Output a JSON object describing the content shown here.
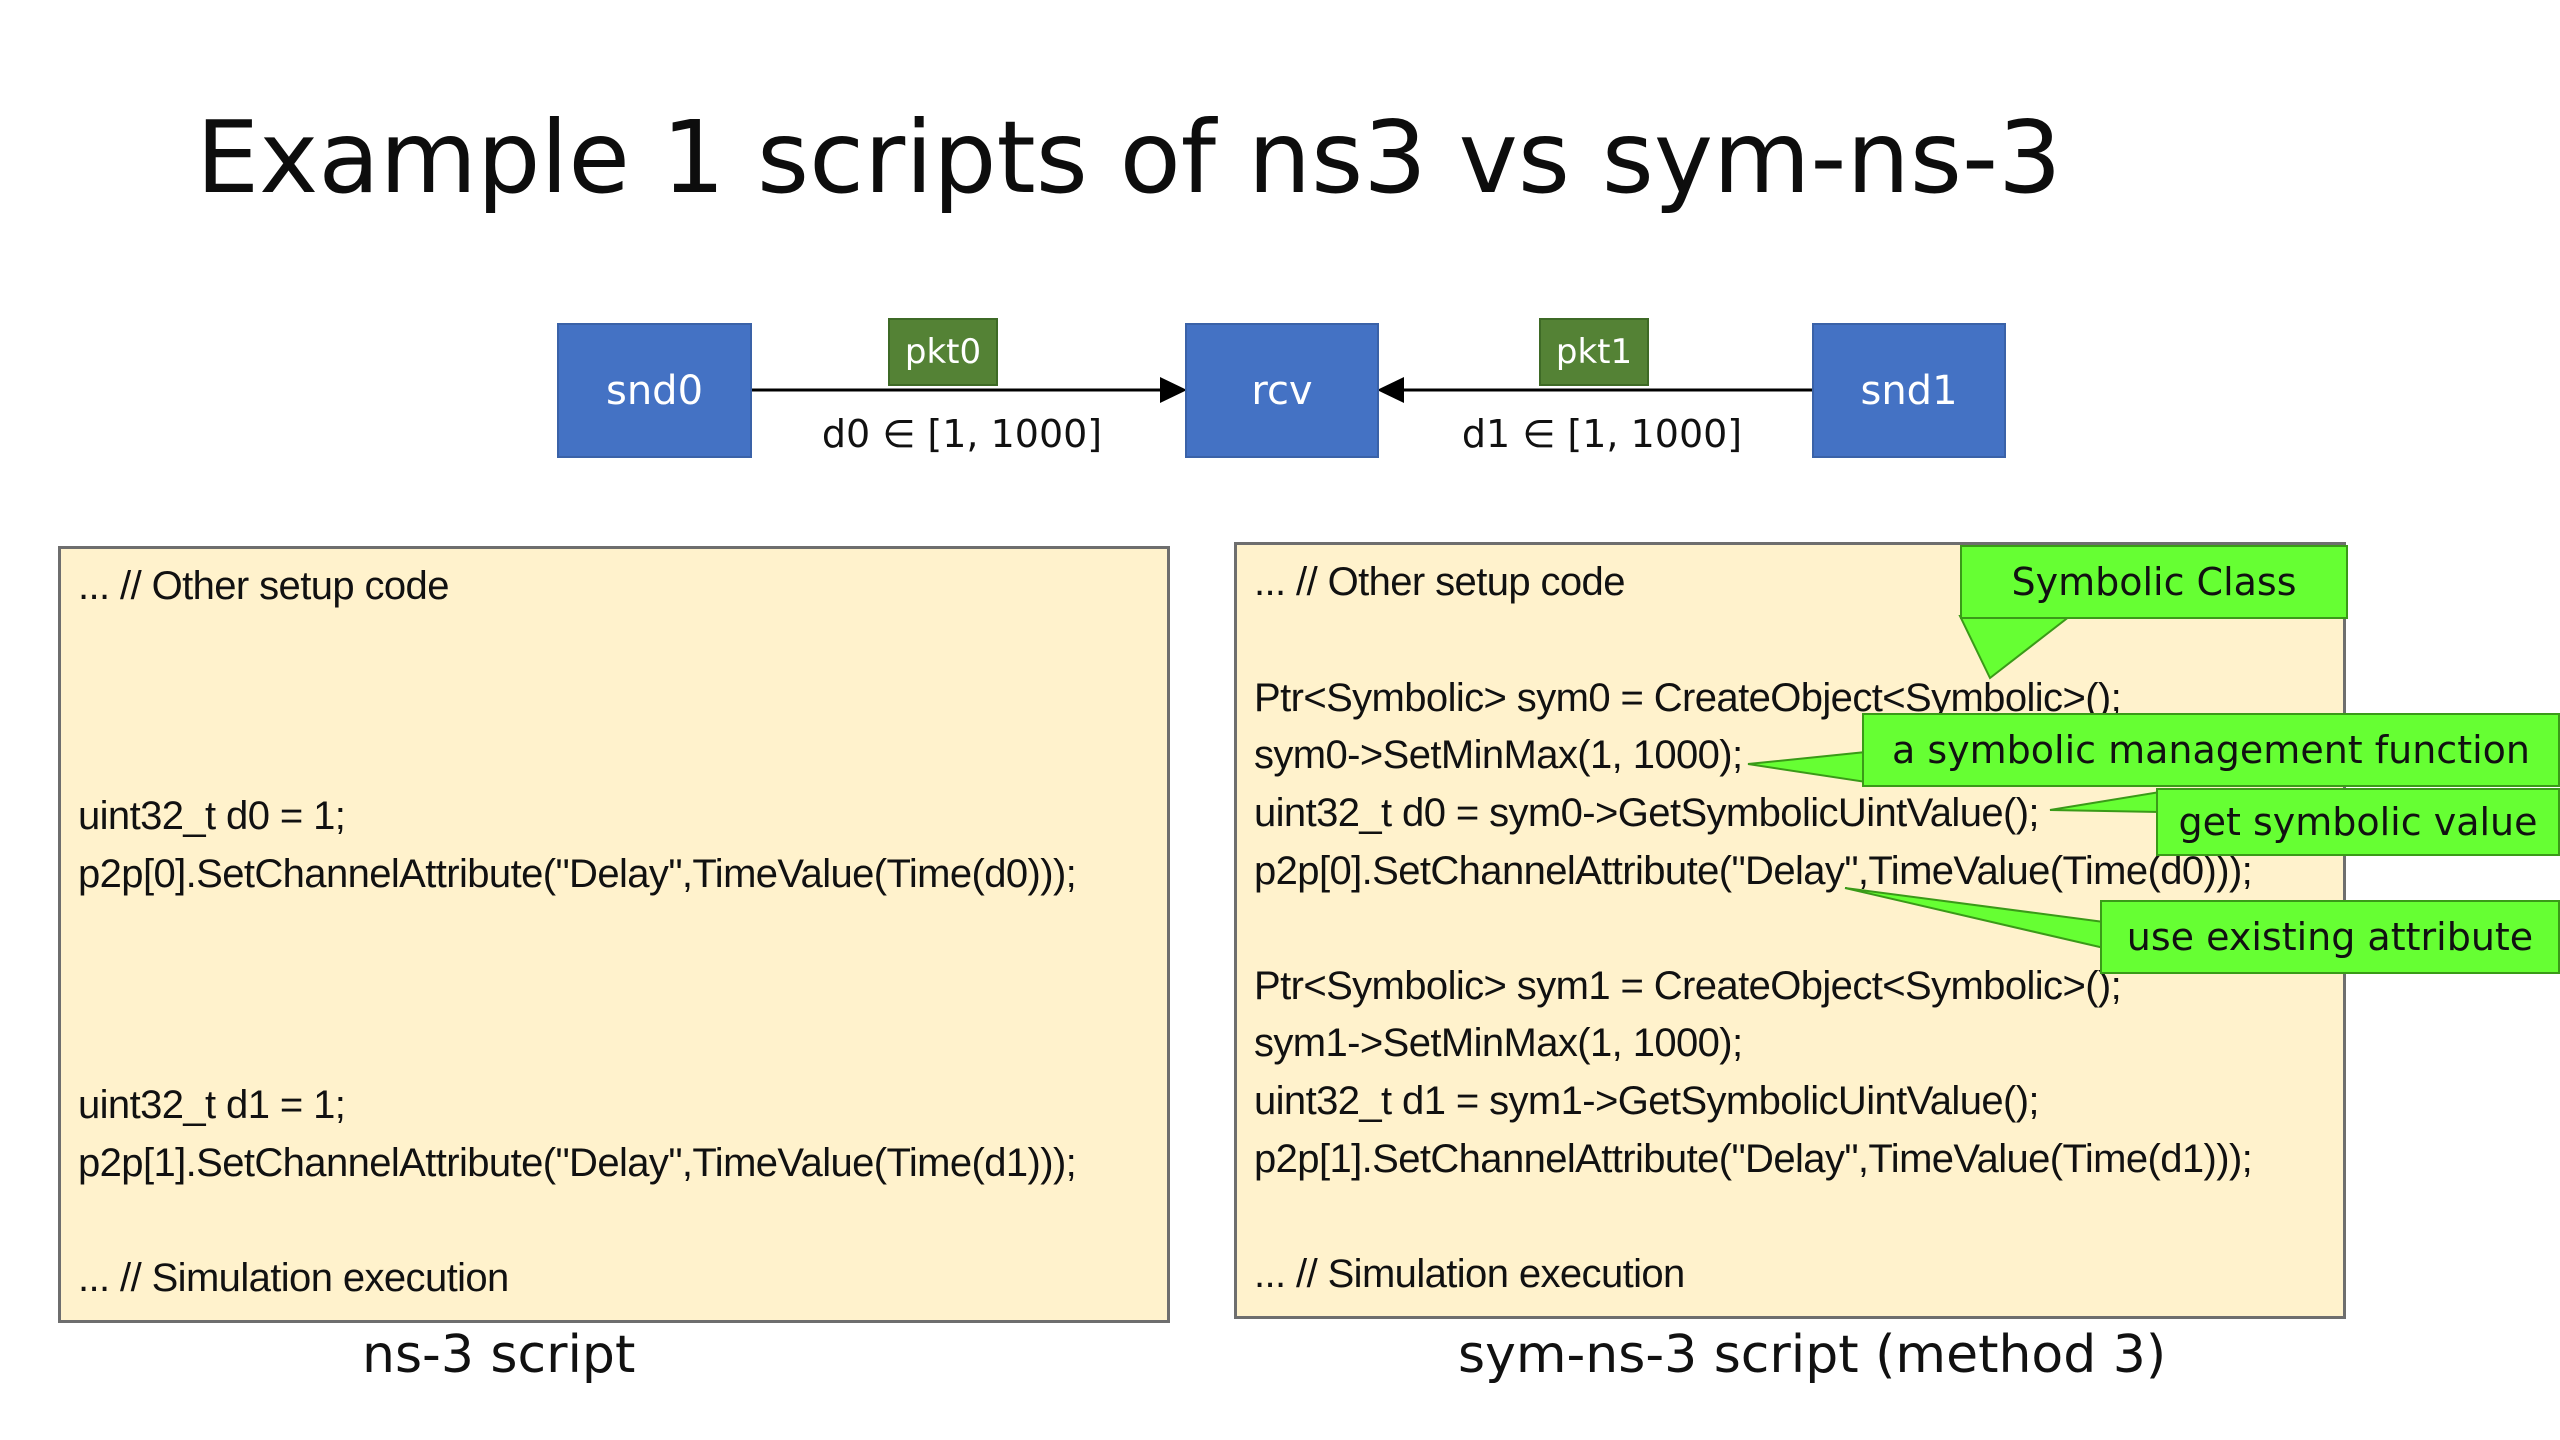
{
  "title": "Example 1 scripts of ns3 vs sym-ns-3",
  "topology": {
    "nodes": {
      "snd0": "snd0",
      "rcv": "rcv",
      "snd1": "snd1"
    },
    "packets": {
      "pkt0": "pkt0",
      "pkt1": "pkt1"
    },
    "delays": {
      "d0": "d0 ∈ [1, 1000]",
      "d1": "d1 ∈ [1, 1000]"
    },
    "colors": {
      "node": "#4472c4",
      "packet": "#548235"
    }
  },
  "ns3_script": {
    "caption": "ns-3 script",
    "lines": {
      "setup": "...  // Other setup code",
      "d0_decl": "uint32_t d0 = 1;",
      "d0_attr": "p2p[0].SetChannelAttribute(\"Delay\",TimeValue(Time(d0)));",
      "d1_decl": "uint32_t d1 = 1;",
      "d1_attr": "p2p[1].SetChannelAttribute(\"Delay\",TimeValue(Time(d1)));",
      "exec": "... // Simulation execution"
    }
  },
  "symns3_script": {
    "caption": "sym-ns-3 script (method 3)",
    "lines": {
      "setup": "... // Other setup code",
      "sym0_create": "Ptr<Symbolic> sym0 = CreateObject<Symbolic>();",
      "sym0_minmax": "sym0->SetMinMax(1, 1000);",
      "d0_get": "uint32_t d0 = sym0->GetSymbolicUintValue();",
      "d0_attr": "p2p[0].SetChannelAttribute(\"Delay\",TimeValue(Time(d0)));",
      "sym1_create": "Ptr<Symbolic> sym1 = CreateObject<Symbolic>();",
      "sym1_minmax": "sym1->SetMinMax(1, 1000);",
      "d1_get": "uint32_t d1 = sym1->GetSymbolicUintValue();",
      "d1_attr": "p2p[1].SetChannelAttribute(\"Delay\",TimeValue(Time(d1)));",
      "exec": "...  // Simulation execution"
    }
  },
  "callouts": {
    "symbolic_class": "Symbolic Class",
    "management_function": "a symbolic management function",
    "get_value": "get symbolic value",
    "existing_attribute": "use existing attribute",
    "color": "#66ff33"
  },
  "code_box_color": "#fff2cc"
}
